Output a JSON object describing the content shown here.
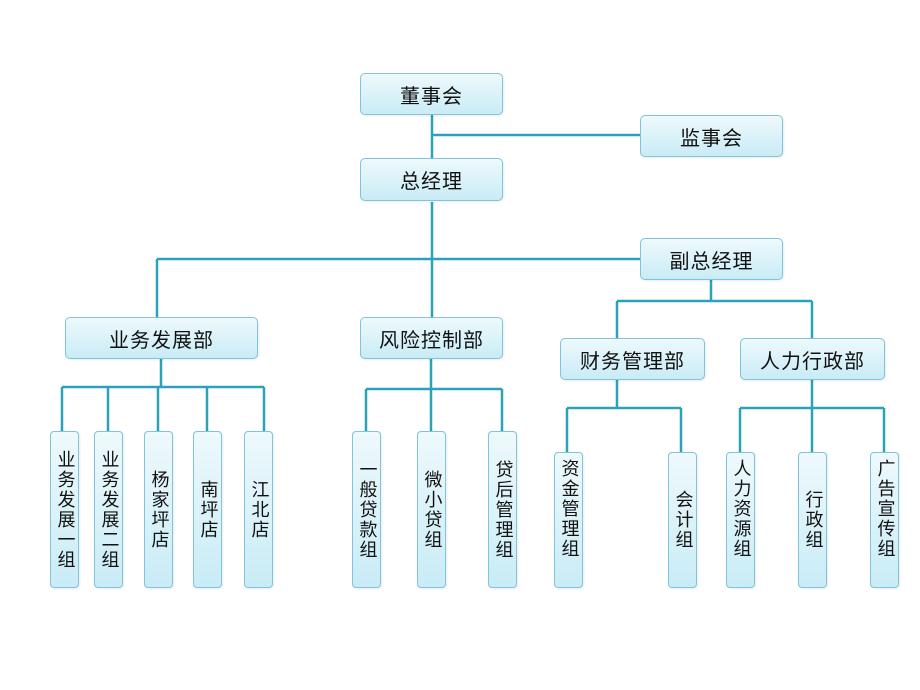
{
  "diagram": {
    "line_color": "#2aa3b8",
    "nodes": {
      "board": "董事会",
      "supervisors": "监事会",
      "general_manager": "总经理",
      "deputy_general_manager": "副总经理",
      "business_dev_dept": "业务发展部",
      "risk_control_dept": "风险控制部",
      "finance_dept": "财务管理部",
      "hr_admin_dept": "人力行政部",
      "biz_group_1": "业务发展一组",
      "biz_group_2": "业务发展二组",
      "yangjiaping_store": "杨家坪店",
      "nanping_store": "南坪店",
      "jiangbei_store": "江北店",
      "general_loan_group": "一般贷款组",
      "micro_loan_group": "微小贷组",
      "post_loan_group": "贷后管理组",
      "fund_mgmt_group": "资金管理组",
      "accounting_group": "会计组",
      "hr_group": "人力资源组",
      "admin_group": "行政组",
      "publicity_group": "广告宣传组"
    }
  }
}
